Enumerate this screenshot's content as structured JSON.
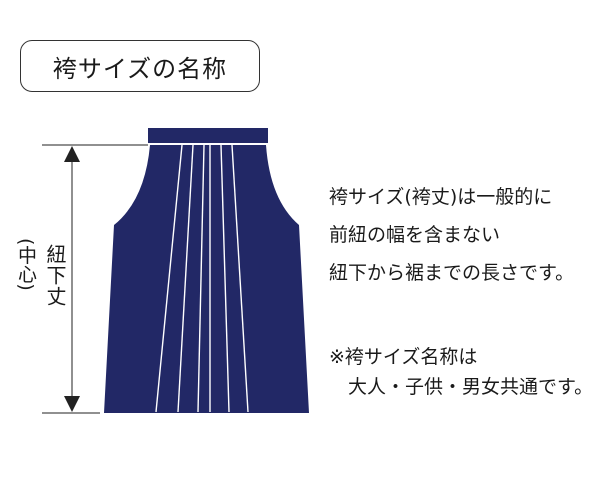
{
  "title": "袴サイズの名称",
  "colors": {
    "hakama": "#222866",
    "pleat": "#ffffff",
    "line": "#222222"
  },
  "measure_label": {
    "main": "紐下丈",
    "sub": "(中心)"
  },
  "description": [
    "袴サイズ(袴丈)は一般的に",
    "前紐の幅を含まない",
    "紐下から裾までの長さです。"
  ],
  "note": [
    "※袴サイズ名称は",
    "大人・子供・男女共通です。"
  ]
}
